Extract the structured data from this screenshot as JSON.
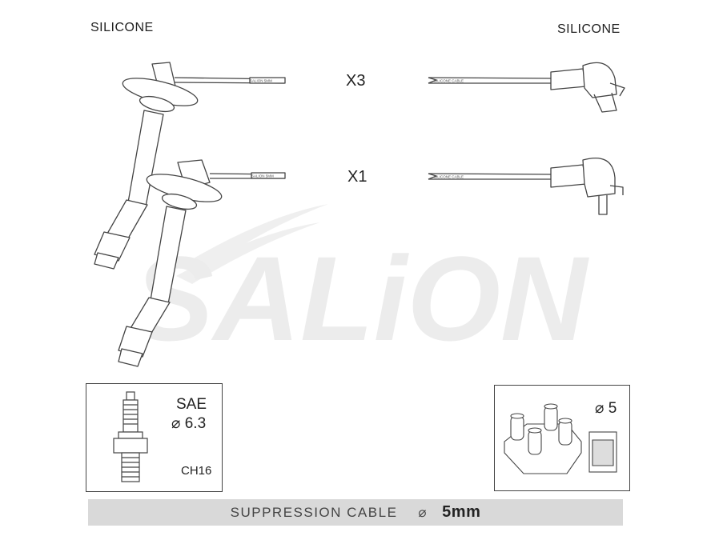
{
  "header": {
    "left_label": "SILICONE",
    "right_label": "SILICONE"
  },
  "rows": [
    {
      "quantity": "X3"
    },
    {
      "quantity": "X1"
    }
  ],
  "watermark": {
    "text": "SALiON"
  },
  "spark_plug_box": {
    "standard": "SAE",
    "diameter": "⌀ 6.3",
    "code": "CH16"
  },
  "distributor_box": {
    "diameter": "⌀ 5"
  },
  "footer": {
    "label": "SUPPRESSION CABLE",
    "symbol": "⌀",
    "value": "5mm"
  },
  "colors": {
    "line": "#444444",
    "bar": "#d9d9d9",
    "watermark": "#eeeeee"
  }
}
